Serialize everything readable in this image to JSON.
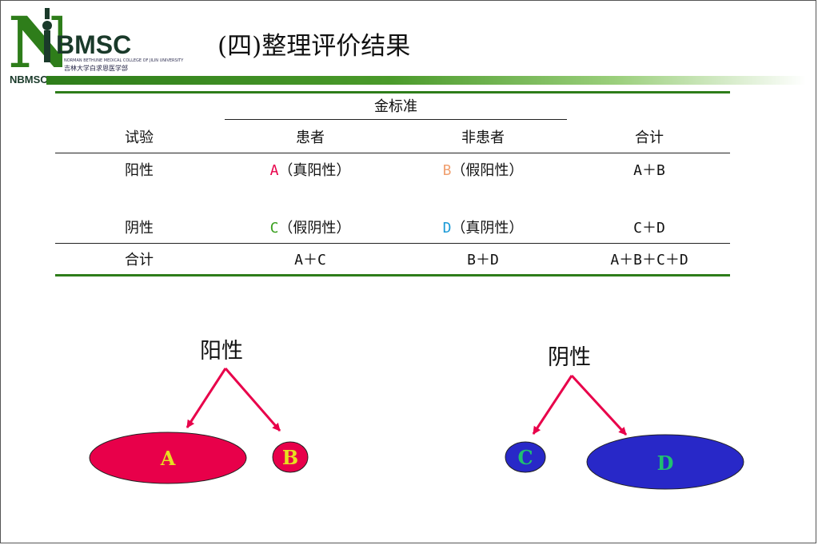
{
  "logo": {
    "brand": "BMSC",
    "letter": "N",
    "sub_en": "NORMAN BETHUNE MEDICAL COLLEGE OF JILIN UNIVERSITY",
    "sub_cn": "吉林大学白求恩医学部",
    "small": "NBMSC"
  },
  "title": "(四)整理评价结果",
  "table": {
    "gold_standard": "金标准",
    "header": {
      "test": "试验",
      "patient": "患者",
      "non_patient": "非患者",
      "total": "合计"
    },
    "rows": [
      {
        "label": "阳性",
        "patient_letter": "A",
        "patient_text": "（真阳性）",
        "non_letter": "B",
        "non_text": "（假阳性）",
        "total": "A＋B"
      },
      {
        "label": "阴性",
        "patient_letter": "C",
        "patient_text": "（假阴性）",
        "non_letter": "D",
        "non_text": "（真阴性）",
        "total": "C＋D"
      }
    ],
    "sum_row": {
      "label": "合计",
      "patient": "A＋C",
      "non_patient": "B＋D",
      "total": "A＋B＋C＋D"
    }
  },
  "diagram": {
    "positive_label": "阳性",
    "negative_label": "阴性",
    "a": "A",
    "b": "B",
    "c": "C",
    "d": "D",
    "colors": {
      "pink": "#e8004a",
      "blue": "#2828c8",
      "letter_yellow": "#e6e020",
      "letter_green": "#20c070",
      "arrow": "#e8004a"
    }
  }
}
